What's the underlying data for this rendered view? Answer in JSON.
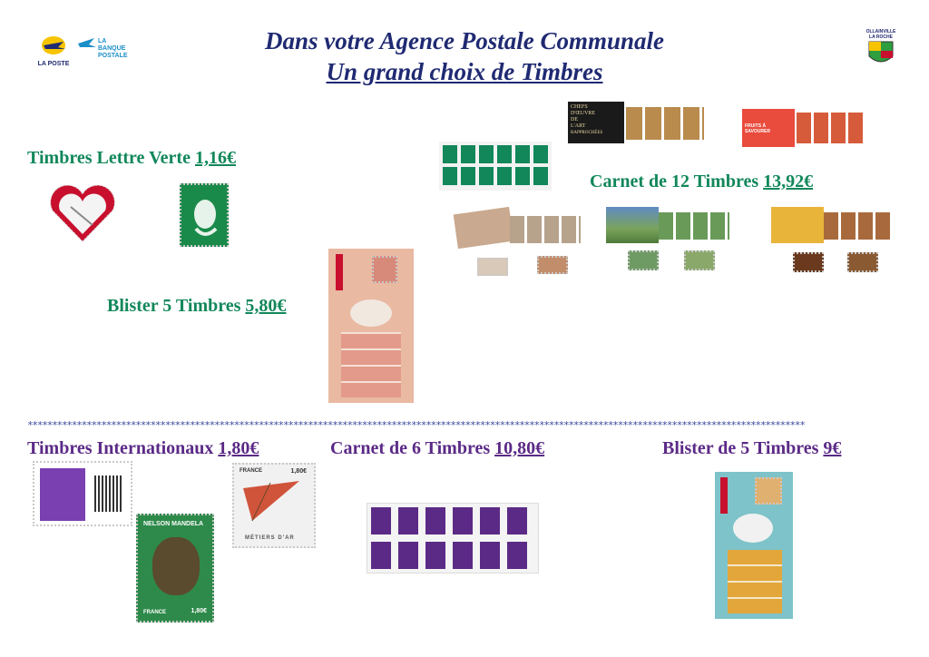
{
  "header": {
    "line1": "Dans votre Agence Postale Communale",
    "line2": "Un grand choix de Timbres"
  },
  "logos": {
    "laposte": "LA POSTE",
    "banque_line1": "LA",
    "banque_line2": "BANQUE",
    "banque_line3": "POSTALE",
    "town_line1": "OLLAINVILLE",
    "town_line2": "LA ROCHE"
  },
  "sections": {
    "lettre_verte": {
      "label": "Timbres Lettre Verte",
      "price": "1,16€"
    },
    "carnet12": {
      "label": "Carnet de 12 Timbres",
      "price": "13,92€"
    },
    "blister5_green": {
      "label": "Blister 5 Timbres",
      "price": "5,80€"
    },
    "internationaux": {
      "label": "Timbres Internationaux",
      "price": "1,80€"
    },
    "carnet6": {
      "label": "Carnet de 6 Timbres",
      "price": "10,80€"
    },
    "blister5_purple": {
      "label": "Blister de 5 Timbres",
      "price": "9€"
    }
  },
  "stamps": {
    "mandela_title": "NELSON MANDELA",
    "mandela_country": "FRANCE",
    "mandela_value": "1,80€",
    "metiers_country": "FRANCE",
    "metiers_value": "1,80€",
    "metiers_caption": "MÉTIERS D'AR",
    "carnet_art_line1": "CHEFS",
    "carnet_art_line2": "D'ŒUVRE",
    "carnet_art_line3": "DE",
    "carnet_art_line4": "L'ART",
    "carnet_art_sub": "RAPPROCHÉES",
    "carnet_fruit": "FRUITS À SAVOURER"
  },
  "separator": "**************************************************************************************************************************************************************",
  "colors": {
    "green": "#11875a",
    "purple": "#5b2a86",
    "navy": "#1f2a72",
    "red": "#c8102e"
  }
}
